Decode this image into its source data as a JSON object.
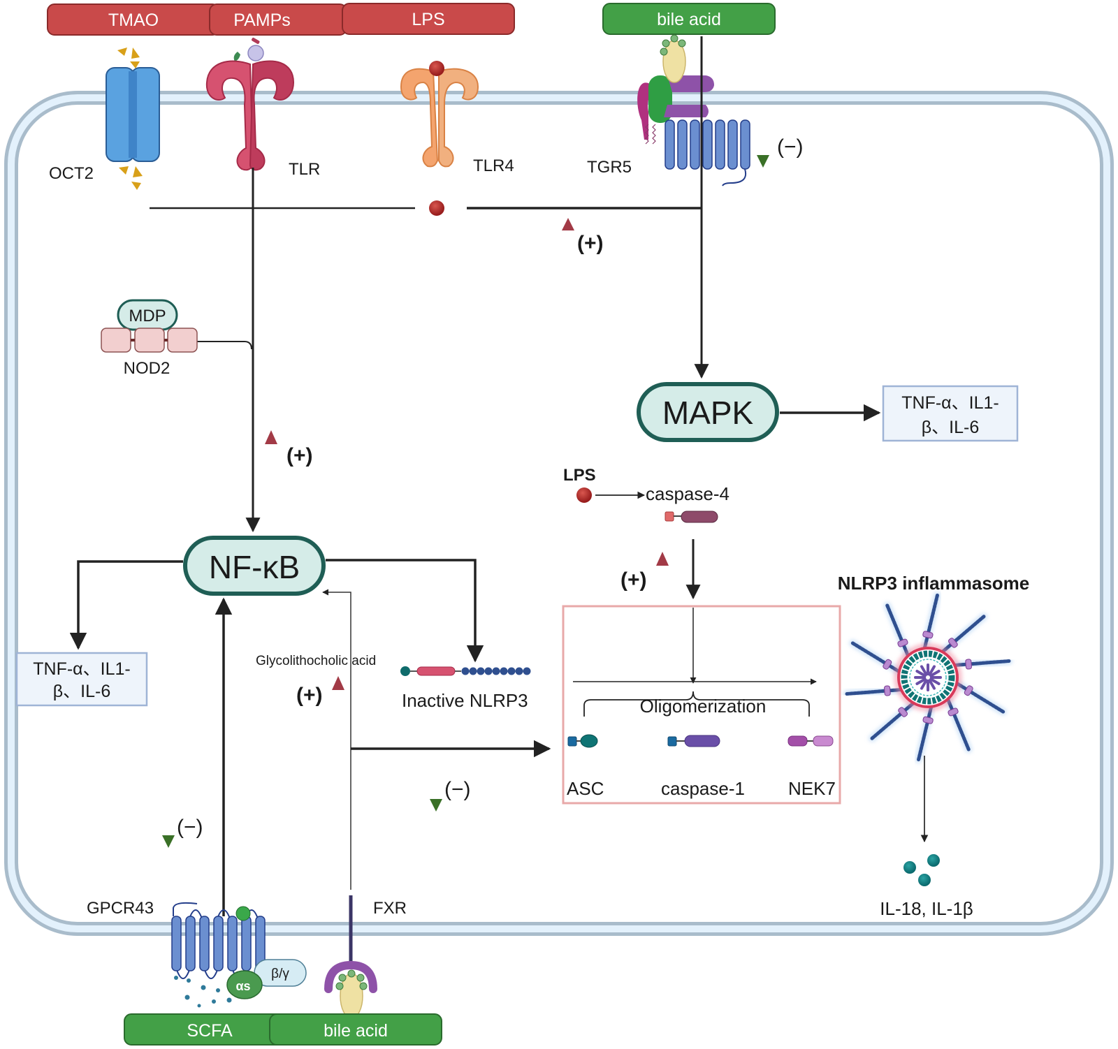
{
  "top_bars": {
    "tmao": "TMAO",
    "pamps": "PAMPs",
    "lps": "LPS",
    "bile_acid": "bile acid"
  },
  "bottom_bars": {
    "scfa": "SCFA",
    "bile_acid": "bile acid"
  },
  "receptors": {
    "oct2": "OCT2",
    "tlr": "TLR",
    "tlr4": "TLR4",
    "tgr5": "TGR5",
    "gpcr43": "GPCR43",
    "fxr": "FXR",
    "g_alpha": "αs",
    "g_betagamma": "β/γ"
  },
  "nod2": {
    "ligand": "MDP",
    "label": "NOD2"
  },
  "nodes": {
    "mapk": "MAPK",
    "nfkb": "NF-κB"
  },
  "cytokine_boxes": {
    "mapk_output_line1": "TNF-α、IL1-",
    "mapk_output_line2": "β、IL-6",
    "nfkb_output_line1": "TNF-α、IL1-",
    "nfkb_output_line2": "β、IL-6"
  },
  "regulation": {
    "plus": "(+)",
    "minus": "(−)"
  },
  "glycolithocholic": "Glycolithocholic acid",
  "inactive_nlrp3": "Inactive NLRP3",
  "caspase4_path": {
    "lps": "LPS",
    "caspase4": "caspase-4"
  },
  "oligomer_box": {
    "title": "Oligomerization",
    "asc": "ASC",
    "caspase1": "caspase-1",
    "nek7": "NEK7"
  },
  "inflammasome": {
    "title": "NLRP3 inflammasome",
    "output": "IL-18, IL-1β"
  },
  "colors": {
    "red_bar": "#c94a4a",
    "green_bar": "#43a047",
    "node_fill": "#d5ece8",
    "node_stroke": "#1f5e55",
    "membrane_outer": "#a9bccb",
    "membrane_inner": "#e3f1fc",
    "activation_arrow": "#a23a46",
    "inhibition_arrow": "#3a7027",
    "cytokine_box_fill": "#eef4fb",
    "cytokine_box_stroke": "#9fb4d6",
    "oligomer_box_stroke": "#e8a9a9"
  }
}
